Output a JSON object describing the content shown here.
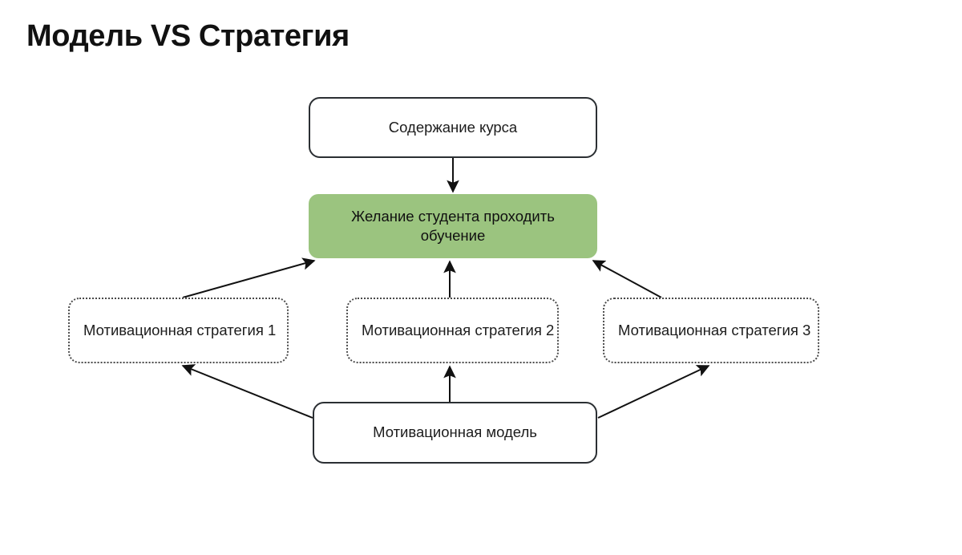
{
  "slide": {
    "title": "Модель VS Стратегия",
    "background_color": "#ffffff"
  },
  "theme": {
    "text_color": "#1c1c1c",
    "stroke_color": "#2b2f33",
    "dotted_stroke_color": "#4a4a4a",
    "highlight_fill": "#9bc47f",
    "arrow_color": "#111111"
  },
  "diagram": {
    "type": "flowchart",
    "nodes": [
      {
        "id": "content",
        "label": "Содержание курса",
        "style": "solid-rounded",
        "fill": "#ffffff",
        "border": "#2b2f33"
      },
      {
        "id": "desire",
        "label": "Желание студента проходить обучение",
        "style": "filled-rounded",
        "fill": "#9bc47f",
        "border": "none"
      },
      {
        "id": "strategy-1",
        "label": "Мотивационная стратегия 1",
        "style": "dotted-rounded",
        "fill": "#ffffff",
        "border": "#4a4a4a"
      },
      {
        "id": "strategy-2",
        "label": "Мотивационная стратегия 2",
        "style": "dotted-rounded",
        "fill": "#ffffff",
        "border": "#4a4a4a"
      },
      {
        "id": "strategy-3",
        "label": "Мотивационная стратегия 3",
        "style": "dotted-rounded",
        "fill": "#ffffff",
        "border": "#4a4a4a"
      },
      {
        "id": "model",
        "label": "Мотивационная модель",
        "style": "solid-rounded",
        "fill": "#ffffff",
        "border": "#2b2f33"
      }
    ],
    "edges": [
      {
        "from": "content",
        "to": "desire",
        "arrow": "down"
      },
      {
        "from": "strategy-1",
        "to": "desire",
        "arrow": "up-right"
      },
      {
        "from": "strategy-2",
        "to": "desire",
        "arrow": "up"
      },
      {
        "from": "strategy-3",
        "to": "desire",
        "arrow": "up-left"
      },
      {
        "from": "model",
        "to": "strategy-1",
        "arrow": "up-left"
      },
      {
        "from": "model",
        "to": "strategy-2",
        "arrow": "up"
      },
      {
        "from": "model",
        "to": "strategy-3",
        "arrow": "up-right"
      }
    ]
  }
}
